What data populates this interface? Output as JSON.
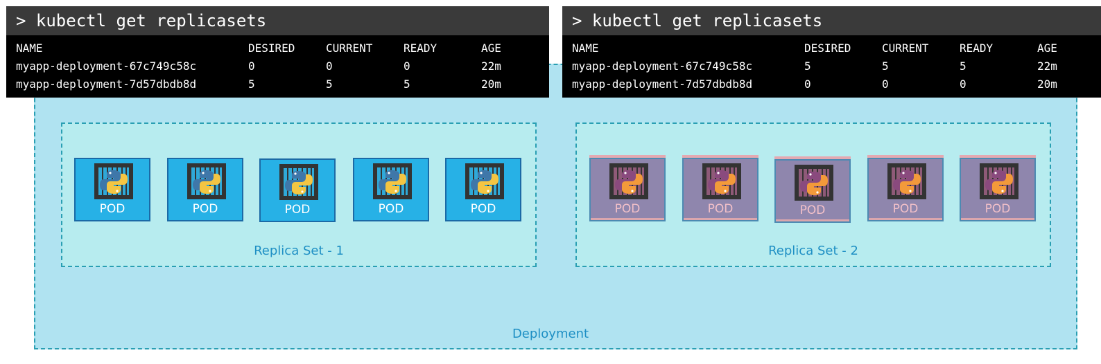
{
  "terminals": [
    {
      "command": "> kubectl get replicasets",
      "headers": [
        "NAME",
        "DESIRED",
        "CURRENT",
        "READY",
        "AGE"
      ],
      "rows": [
        [
          "myapp-deployment-67c749c58c",
          "0",
          "0",
          "0",
          "22m"
        ],
        [
          "myapp-deployment-7d57dbdb8d",
          "5",
          "5",
          "5",
          "20m"
        ]
      ]
    },
    {
      "command": "> kubectl get replicasets",
      "headers": [
        "NAME",
        "DESIRED",
        "CURRENT",
        "READY",
        "AGE"
      ],
      "rows": [
        [
          "myapp-deployment-67c749c58c",
          "5",
          "5",
          "5",
          "22m"
        ],
        [
          "myapp-deployment-7d57dbdb8d",
          "0",
          "0",
          "0",
          "20m"
        ]
      ]
    }
  ],
  "replica_sets": [
    {
      "label": "Replica Set - 1",
      "pods": [
        "POD",
        "POD",
        "POD",
        "POD",
        "POD"
      ],
      "state": "active"
    },
    {
      "label": "Replica Set - 2",
      "pods": [
        "POD",
        "POD",
        "POD",
        "POD",
        "POD"
      ],
      "state": "faded"
    }
  ],
  "deployment_label": "Deployment",
  "colors": {
    "deployment_bg": "#b0e3f1",
    "border": "#2a9fb3",
    "label": "#1e8fc4",
    "pod_active": "#27b1e6",
    "pod_faded": "#8f86ad",
    "terminal_bg": "#000000",
    "terminal_header": "#3a3a3a"
  },
  "icons": {
    "pod_icon": "python-container-icon"
  }
}
